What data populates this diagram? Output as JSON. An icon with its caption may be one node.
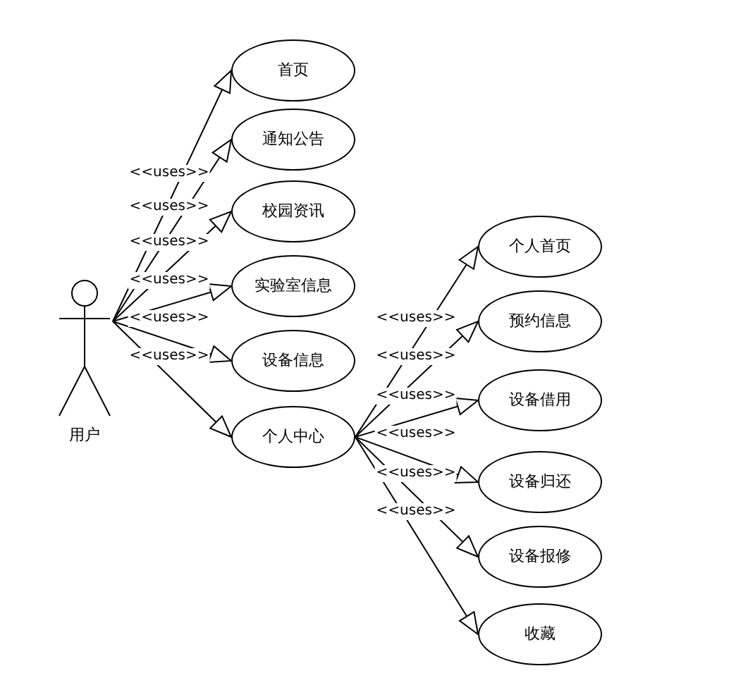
{
  "diagram": {
    "nodes": [
      {
        "text": [
          "用户"
        ]
      },
      {
        "text": [
          "首页"
        ]
      },
      {
        "text": [
          "通知公告"
        ]
      },
      {
        "text": [
          "校园资讯"
        ]
      },
      {
        "text": [
          "实验室信息"
        ]
      },
      {
        "text": [
          "设备信息"
        ]
      },
      {
        "text": [
          "个人中心"
        ]
      },
      {
        "text": [
          "个人首页"
        ]
      },
      {
        "text": [
          "预约信息"
        ]
      },
      {
        "text": [
          "设备借用"
        ]
      },
      {
        "text": [
          "设备归还"
        ]
      },
      {
        "text": [
          "设备报修"
        ]
      },
      {
        "text": [
          "收藏"
        ]
      }
    ],
    "edges": [
      {
        "from": 0,
        "to": 1,
        "arrow": "to",
        "label": "<<uses>>"
      },
      {
        "from": 0,
        "to": 2,
        "arrow": "to",
        "label": "<<uses>>"
      },
      {
        "from": 0,
        "to": 3,
        "arrow": "to",
        "label": "<<uses>>"
      },
      {
        "from": 0,
        "to": 4,
        "arrow": "to",
        "label": "<<uses>>"
      },
      {
        "from": 0,
        "to": 5,
        "arrow": "to",
        "label": "<<uses>>"
      },
      {
        "from": 0,
        "to": 6,
        "arrow": "to",
        "label": "<<uses>>"
      },
      {
        "from": 6,
        "to": 7,
        "arrow": "to",
        "label": "<<uses>>"
      },
      {
        "from": 6,
        "to": 8,
        "arrow": "to",
        "label": "<<uses>>"
      },
      {
        "from": 6,
        "to": 9,
        "arrow": "to",
        "label": "<<uses>>"
      },
      {
        "from": 6,
        "to": 10,
        "arrow": "to",
        "label": "<<uses>>"
      },
      {
        "from": 6,
        "to": 11,
        "arrow": "to",
        "label": "<<uses>>"
      },
      {
        "from": 6,
        "to": 12,
        "arrow": "to",
        "label": "<<uses>>"
      }
    ]
  }
}
